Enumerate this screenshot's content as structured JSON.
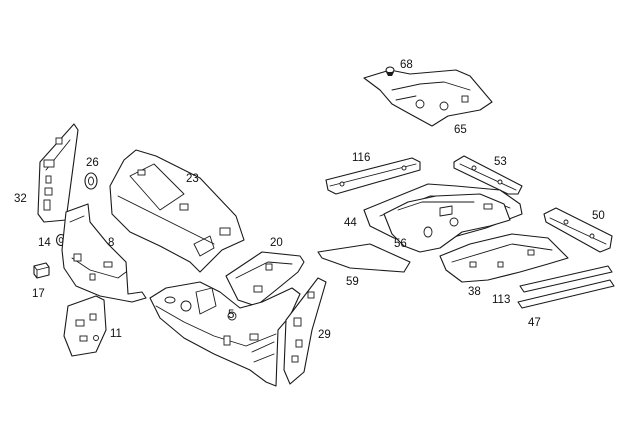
{
  "callouts": {
    "p68": "68",
    "p65": "65",
    "p116": "116",
    "p53": "53",
    "p44": "44",
    "p56": "56",
    "p50": "50",
    "p59": "59",
    "p38": "38",
    "p113": "113",
    "p47": "47",
    "p23": "23",
    "p26": "26",
    "p32": "32",
    "p14": "14",
    "p8": "8",
    "p20": "20",
    "p17": "17",
    "p11": "11",
    "p5": "5",
    "p29": "29"
  }
}
